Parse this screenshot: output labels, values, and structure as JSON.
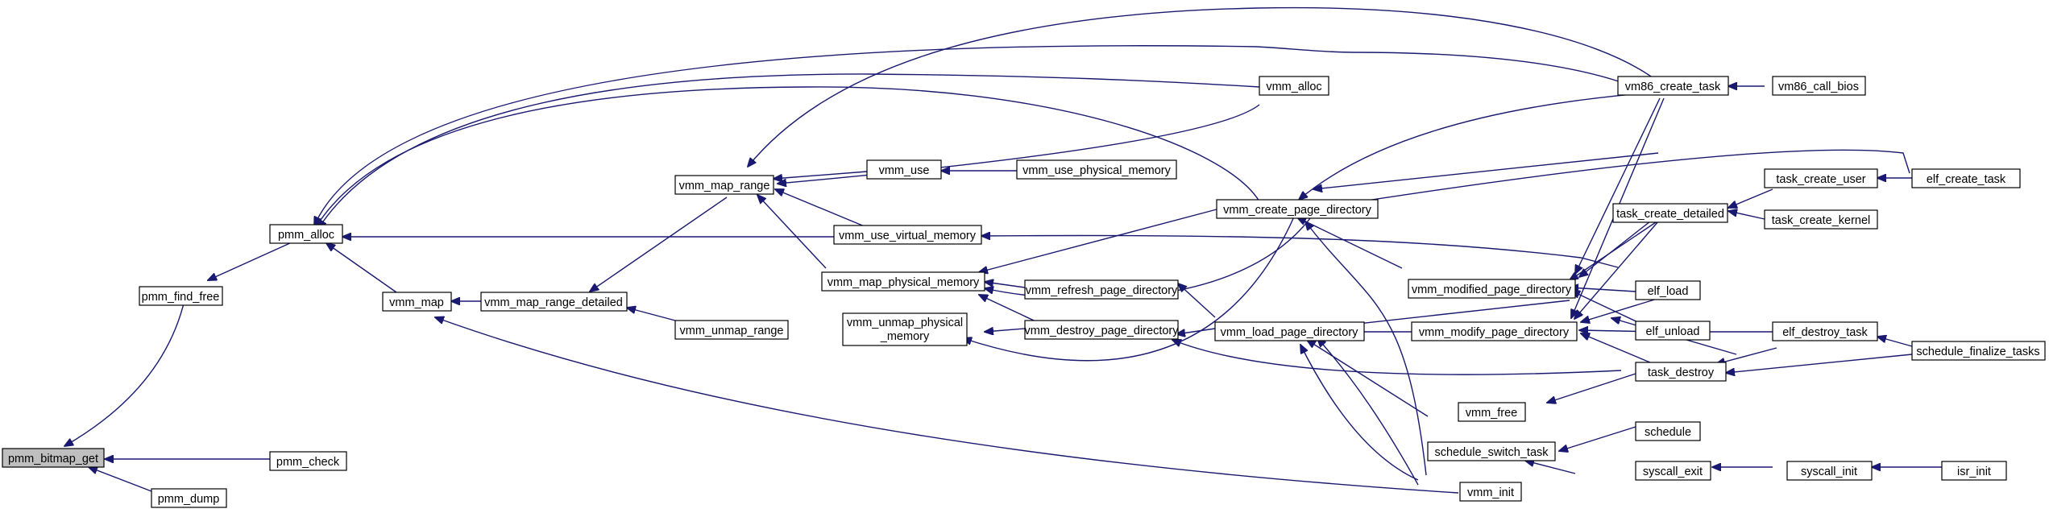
{
  "colors": {
    "edge": "#191970",
    "root_fill": "#bfbfbf",
    "node_fill": "#ffffff",
    "border": "#000000"
  },
  "nodes": {
    "pmm_bitmap_get": "pmm_bitmap_get",
    "pmm_find_free": "pmm_find_free",
    "pmm_check": "pmm_check",
    "pmm_dump": "pmm_dump",
    "pmm_alloc": "pmm_alloc",
    "vmm_map": "vmm_map",
    "vmm_map_range_detailed": "vmm_map_range_detailed",
    "vmm_map_range": "vmm_map_range",
    "vmm_unmap_range": "vmm_unmap_range",
    "vmm_use": "vmm_use",
    "vmm_use_virtual_memory": "vmm_use_virtual_memory",
    "vmm_map_physical_memory": "vmm_map_physical_memory",
    "vmm_unmap_physical_memory_1": "vmm_unmap_physical",
    "vmm_unmap_physical_memory_2": "_memory",
    "vmm_use_physical_memory": "vmm_use_physical_memory",
    "vmm_alloc": "vmm_alloc",
    "vmm_create_page_directory": "vmm_create_page_directory",
    "vmm_refresh_page_directory": "vmm_refresh_page_directory",
    "vmm_destroy_page_directory": "vmm_destroy_page_directory",
    "vmm_load_page_directory": "vmm_load_page_directory",
    "vmm_modified_page_directory": "vmm_modified_page_directory",
    "vmm_modify_page_directory": "vmm_modify_page_directory",
    "vmm_free": "vmm_free",
    "schedule_switch_task": "schedule_switch_task",
    "vmm_init": "vmm_init",
    "vm86_create_task": "vm86_create_task",
    "vm86_call_bios": "vm86_call_bios",
    "task_create_detailed": "task_create_detailed",
    "task_create_user": "task_create_user",
    "task_create_kernel": "task_create_kernel",
    "elf_create_task": "elf_create_task",
    "elf_load": "elf_load",
    "elf_unload": "elf_unload",
    "task_destroy": "task_destroy",
    "elf_destroy_task": "elf_destroy_task",
    "schedule_finalize_tasks": "schedule_finalize_tasks",
    "schedule": "schedule",
    "syscall_exit": "syscall_exit",
    "syscall_init": "syscall_init",
    "isr_init": "isr_init"
  }
}
